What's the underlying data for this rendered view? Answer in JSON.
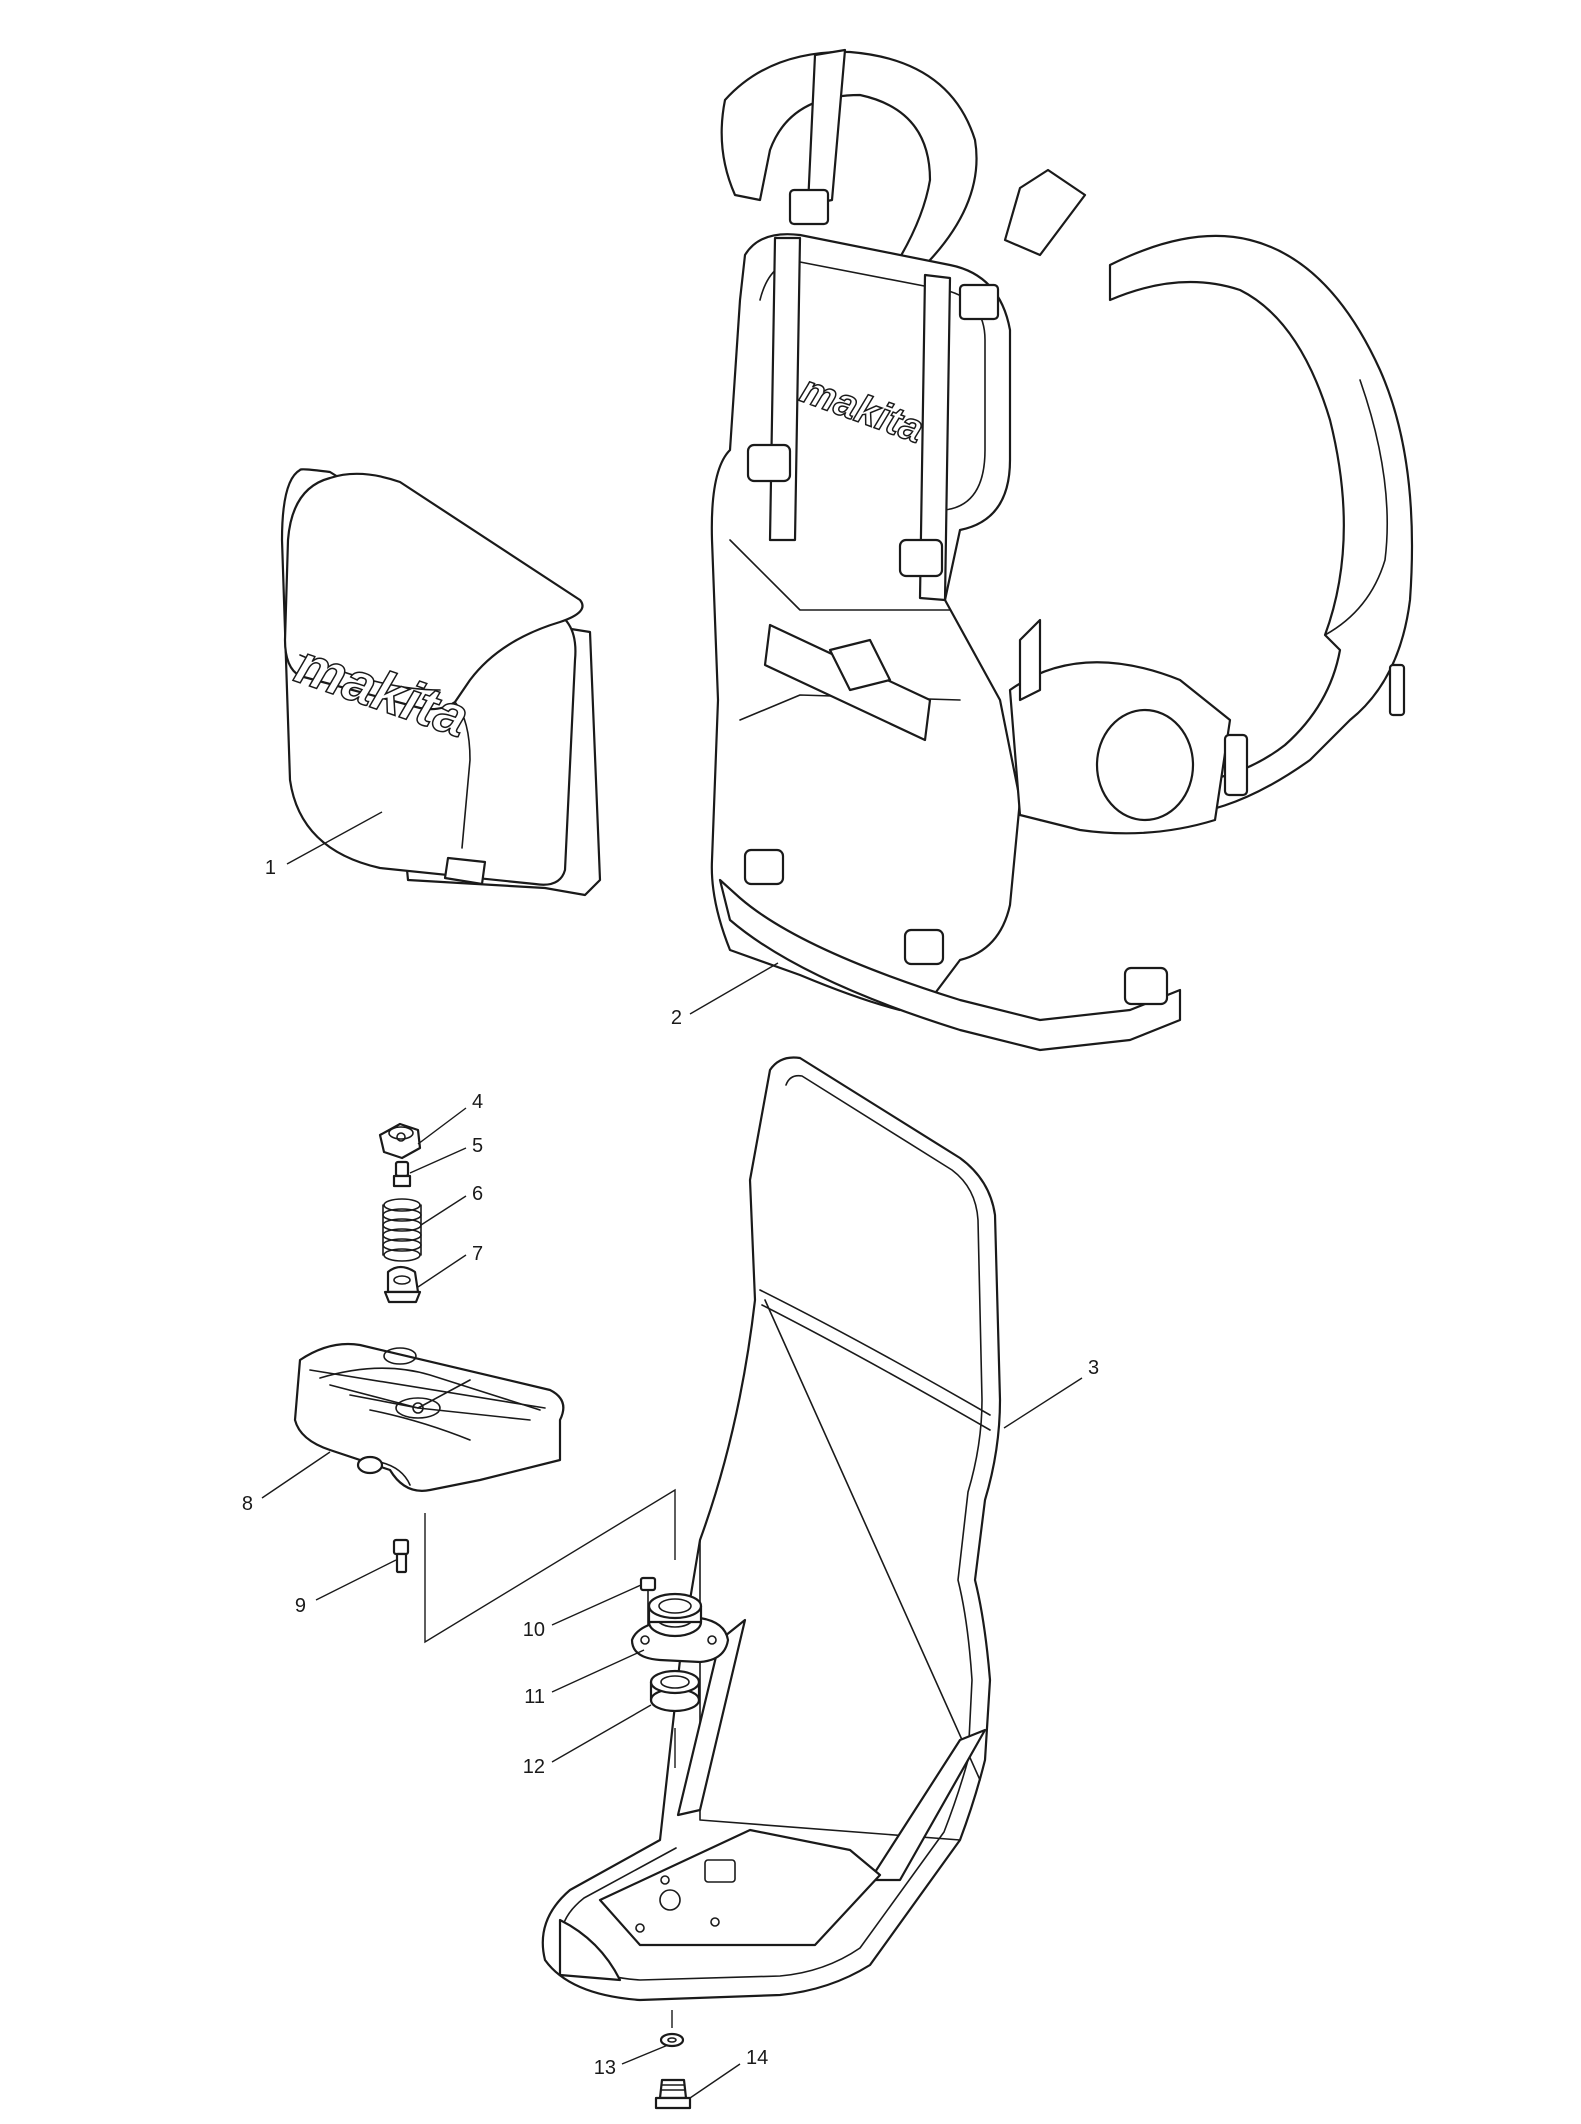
{
  "brand_logo_text": "makita",
  "callouts": [
    {
      "id": "1",
      "label": "1"
    },
    {
      "id": "2",
      "label": "2"
    },
    {
      "id": "3",
      "label": "3"
    },
    {
      "id": "4",
      "label": "4"
    },
    {
      "id": "5",
      "label": "5"
    },
    {
      "id": "6",
      "label": "6"
    },
    {
      "id": "7",
      "label": "7"
    },
    {
      "id": "8",
      "label": "8"
    },
    {
      "id": "9",
      "label": "9"
    },
    {
      "id": "10",
      "label": "10"
    },
    {
      "id": "11",
      "label": "11"
    },
    {
      "id": "12",
      "label": "12"
    },
    {
      "id": "13",
      "label": "13"
    },
    {
      "id": "14",
      "label": "14"
    }
  ],
  "colors": {
    "line": "#1a1a1a",
    "background": "#ffffff"
  }
}
